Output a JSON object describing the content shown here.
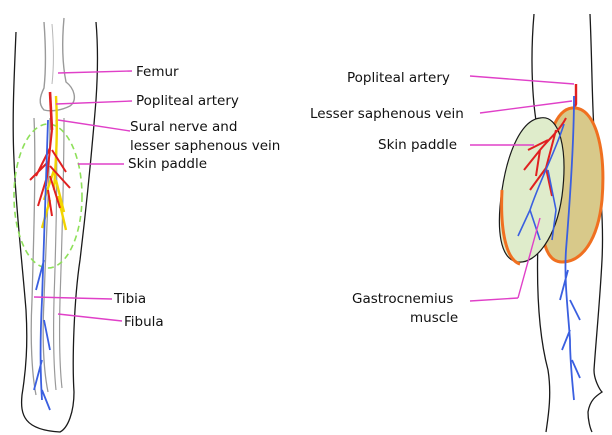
{
  "colors": {
    "leader": "#e040c8",
    "artery": "#e02020",
    "vein": "#3a5fe0",
    "nerve": "#f2d400",
    "paddle_dashed": "#8ee05a",
    "paddle_fill": "#dfeccb",
    "muscle_fill": "#d8c98a",
    "muscle_edge": "#f07020",
    "outline": "#1a1a1a",
    "bone": "#9a9a9a"
  },
  "left_panel": {
    "labels": {
      "femur": "Femur",
      "popliteal_artery": "Popliteal artery",
      "sural_nerve_line1": "Sural nerve and",
      "sural_nerve_line2": "lesser saphenous vein",
      "skin_paddle": "Skin paddle",
      "tibia": "Tibia",
      "fibula": "Fibula"
    }
  },
  "right_panel": {
    "labels": {
      "popliteal_artery": "Popliteal artery",
      "lesser_saphenous_vein": "Lesser saphenous vein",
      "skin_paddle": "Skin paddle",
      "gastrocnemius_line1": "Gastrocnemius",
      "gastrocnemius_line2": "muscle"
    }
  }
}
